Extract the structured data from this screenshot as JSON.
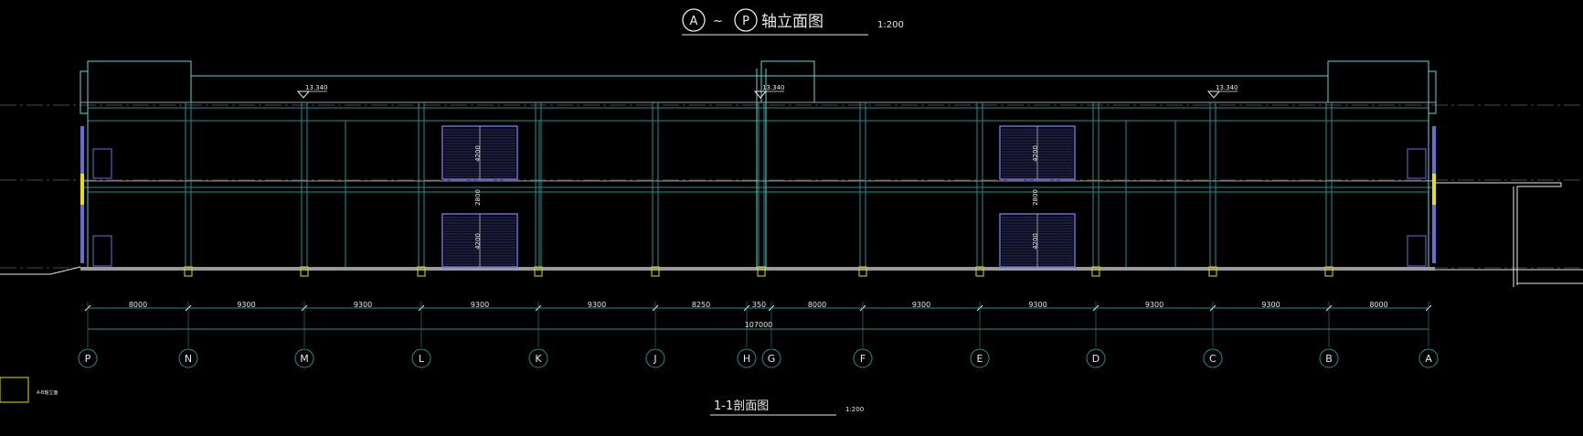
{
  "title": {
    "axis_start": "A",
    "sep": "~",
    "axis_end": "P",
    "text": "轴立面图",
    "scale": "1:200"
  },
  "levels": [
    "13.340",
    "13.340",
    "13.340"
  ],
  "dimensions": [
    "8000",
    "9300",
    "9300",
    "9300",
    "9300",
    "8250",
    "350",
    "8000",
    "9300",
    "9300",
    "9300",
    "9300",
    "8000"
  ],
  "total_dimension": "107000",
  "axes": [
    "P",
    "N",
    "M",
    "L",
    "K",
    "J",
    "H",
    "G",
    "F",
    "E",
    "D",
    "C",
    "B",
    "A"
  ],
  "door_labels": [
    "4200",
    "2800",
    "4200",
    "4200",
    "2800",
    "4200"
  ],
  "legend_note": "A-B轴立面",
  "section": {
    "title": "1-1剖面图",
    "scale": "1:200"
  },
  "colors": {
    "background": "#000000",
    "teal": "#1f8f8a",
    "cyan": "#5fd6d0",
    "white": "#e8e8e8",
    "blue": "#6b6bd8",
    "yellow": "#e8e000",
    "slab": "#9a9a9a"
  }
}
